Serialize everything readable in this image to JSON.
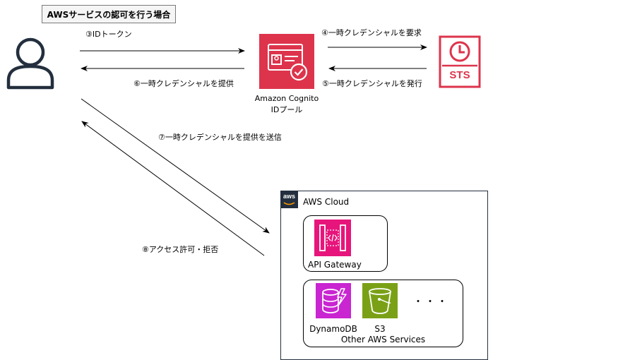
{
  "title": "AWSサービスの認可を行う場合",
  "steps": {
    "s3": "③IDトークン",
    "s4": "④一時クレデンシャルを要求",
    "s5": "⑤一時クレデンシャルを発行",
    "s6": "⑥一時クレデンシャルを提供",
    "s7": "⑦一時クレデンシャルを提供を送信",
    "s8": "⑧アクセス許可・拒否"
  },
  "cognito": {
    "line1": "Amazon Cognito",
    "line2": "IDプール",
    "color": "#dd344c"
  },
  "sts": {
    "label": "STS",
    "color": "#dd344c"
  },
  "cloud": {
    "label": "AWS Cloud",
    "logo_text": "aws"
  },
  "api_gateway": {
    "label": "API Gateway",
    "color": "#e7157b"
  },
  "dynamodb": {
    "label": "DynamoDB",
    "color": "#c925d1"
  },
  "s3": {
    "label": "S3",
    "color": "#7aa116"
  },
  "ellipsis": "・・・",
  "services_group": {
    "label": "Other AWS Services"
  }
}
